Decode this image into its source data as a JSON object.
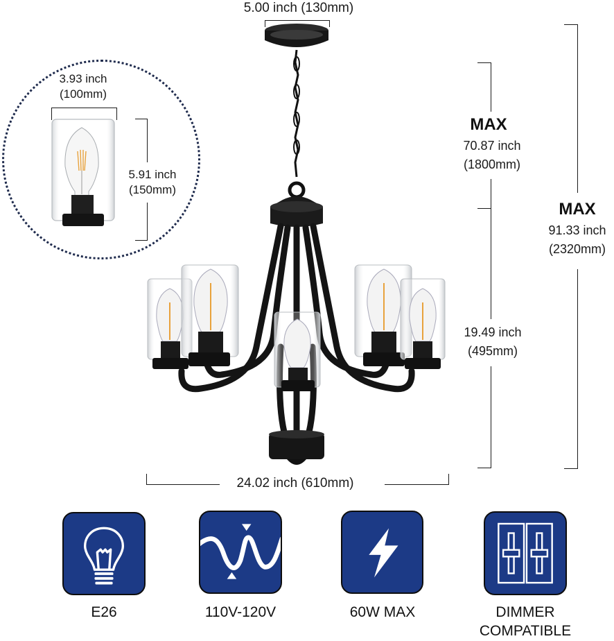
{
  "dimensions": {
    "canopy_width": "5.00 inch (130mm)",
    "shade_width": {
      "inch": "3.93 inch",
      "mm": "(100mm)"
    },
    "shade_height": {
      "inch": "5.91 inch",
      "mm": "(150mm)"
    },
    "max_chain": {
      "label": "MAX",
      "inch": "70.87 inch",
      "mm": "(1800mm)"
    },
    "max_total": {
      "label": "MAX",
      "inch": "91.33 inch",
      "mm": "(2320mm)"
    },
    "body_height": {
      "inch": "19.49 inch",
      "mm": "(495mm)"
    },
    "body_width": "24.02 inch (610mm)"
  },
  "features": [
    {
      "icon": "light-bulb-icon",
      "label": "E26"
    },
    {
      "icon": "sine-wave-icon",
      "label": "110V-120V"
    },
    {
      "icon": "lightning-bolt-icon",
      "label": "60W MAX"
    },
    {
      "icon": "dimmer-sliders-icon",
      "label_line1": "DIMMER",
      "label_line2": "COMPATIBLE"
    }
  ],
  "colors": {
    "icon_background": "#1c3a86",
    "icon_border": "#0d0d0d",
    "fixture_metal": "#1b1b1b",
    "dotted_circle": "#1f2b4d",
    "filament": "#e8a23c"
  }
}
